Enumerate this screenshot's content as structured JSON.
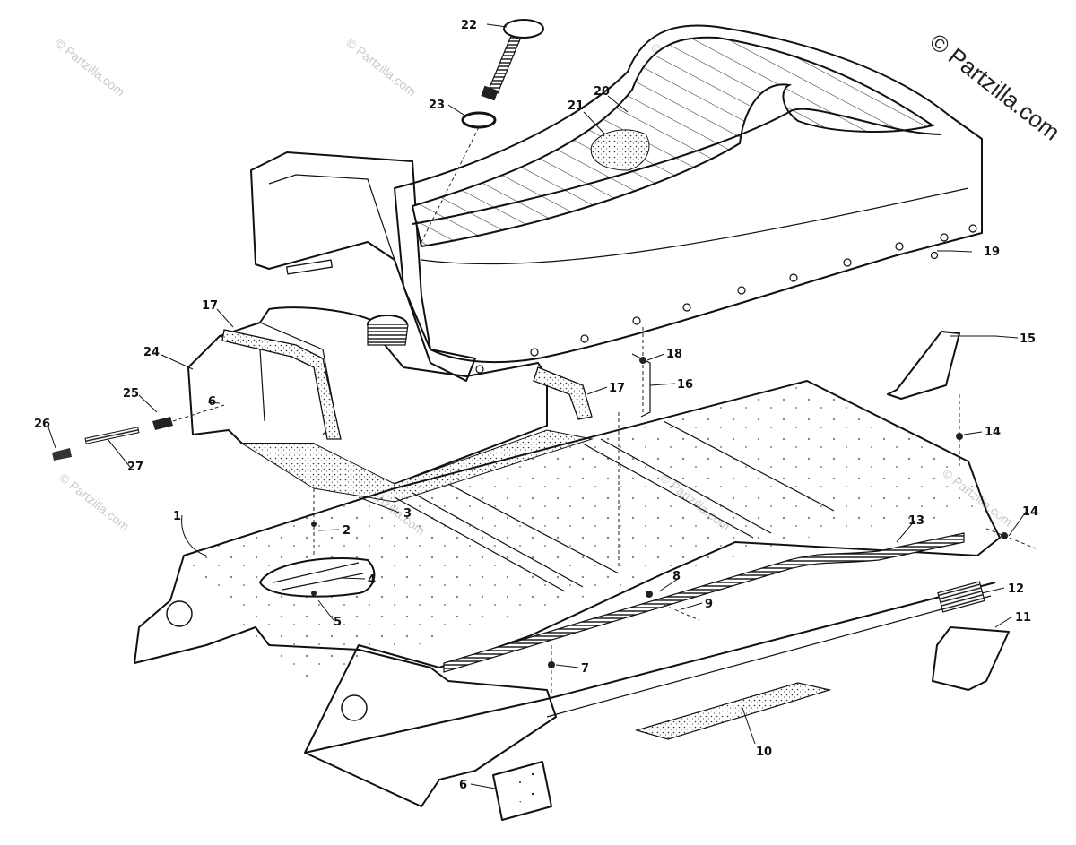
{
  "watermark": {
    "copyright": "© Partzilla.com",
    "repeated": "© Partzilla.com"
  },
  "callouts": [
    {
      "id": "c1",
      "label": "1"
    },
    {
      "id": "c2",
      "label": "2"
    },
    {
      "id": "c3",
      "label": "3"
    },
    {
      "id": "c4",
      "label": "4"
    },
    {
      "id": "c5",
      "label": "5"
    },
    {
      "id": "c6a",
      "label": "6"
    },
    {
      "id": "c6b",
      "label": "6"
    },
    {
      "id": "c7",
      "label": "7"
    },
    {
      "id": "c8",
      "label": "8"
    },
    {
      "id": "c9",
      "label": "9"
    },
    {
      "id": "c10",
      "label": "10"
    },
    {
      "id": "c11",
      "label": "11"
    },
    {
      "id": "c12",
      "label": "12"
    },
    {
      "id": "c13",
      "label": "13"
    },
    {
      "id": "c14a",
      "label": "14"
    },
    {
      "id": "c14b",
      "label": "14"
    },
    {
      "id": "c15",
      "label": "15"
    },
    {
      "id": "c16",
      "label": "16"
    },
    {
      "id": "c17a",
      "label": "17"
    },
    {
      "id": "c17b",
      "label": "17"
    },
    {
      "id": "c18",
      "label": "18"
    },
    {
      "id": "c19",
      "label": "19"
    },
    {
      "id": "c20",
      "label": "20"
    },
    {
      "id": "c21",
      "label": "21"
    },
    {
      "id": "c22",
      "label": "22"
    },
    {
      "id": "c23",
      "label": "23"
    },
    {
      "id": "c24",
      "label": "24"
    },
    {
      "id": "c25",
      "label": "25"
    },
    {
      "id": "c26",
      "label": "26"
    },
    {
      "id": "c27",
      "label": "27"
    }
  ]
}
